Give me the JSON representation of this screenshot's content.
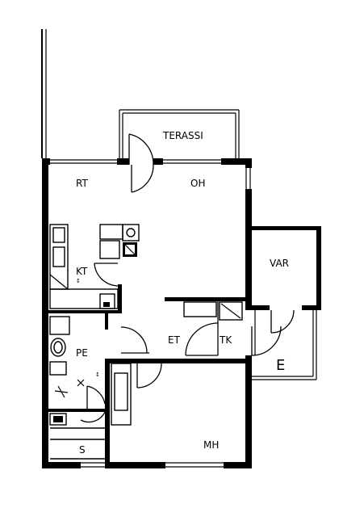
{
  "rooms": {
    "terrace": "TERASSI",
    "living_room": "RT",
    "living_room_2": "OH",
    "kitchen": "KT",
    "storage": "VAR",
    "hallway": "ET",
    "utility": "TK",
    "bathroom": "PE",
    "sauna": "S",
    "bedroom": "MH",
    "entrance": "E"
  },
  "fixture_markers": {
    "kitchen_appliance": "↕",
    "bathroom_appliance": "↕"
  }
}
